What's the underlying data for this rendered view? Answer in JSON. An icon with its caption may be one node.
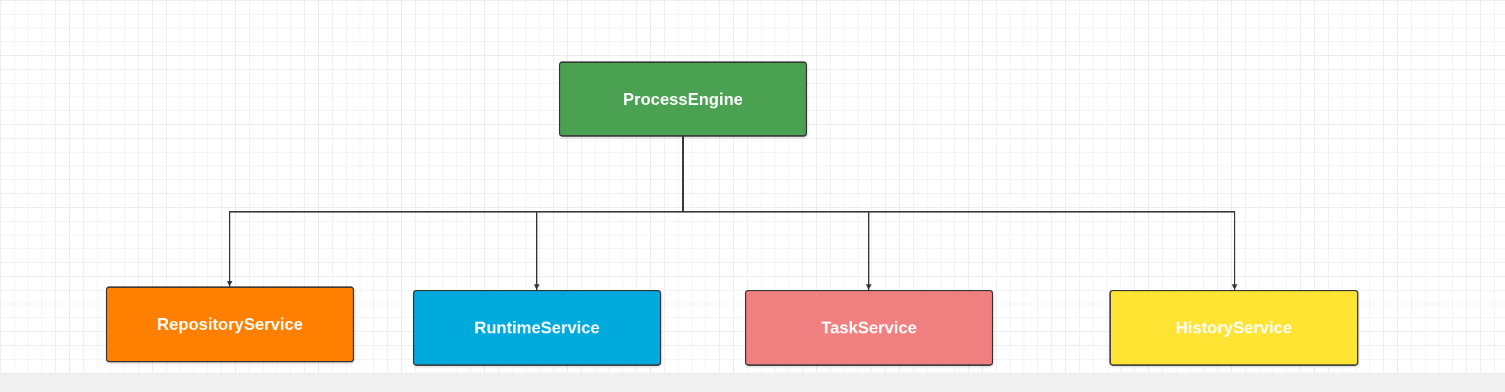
{
  "diagram": {
    "nodes": [
      {
        "text": [
          "ProcessEngine"
        ]
      },
      {
        "text": [
          "RepositoryService"
        ]
      },
      {
        "text": [
          "RuntimeService"
        ]
      },
      {
        "text": [
          "TaskService"
        ]
      },
      {
        "text": [
          "HistoryService"
        ]
      }
    ],
    "edges": [
      {
        "from": 0,
        "to": 1,
        "arrow": "to"
      },
      {
        "from": 0,
        "to": 2,
        "arrow": "to"
      },
      {
        "from": 0,
        "to": 3,
        "arrow": "to"
      },
      {
        "from": 0,
        "to": 4,
        "arrow": "to"
      }
    ]
  }
}
